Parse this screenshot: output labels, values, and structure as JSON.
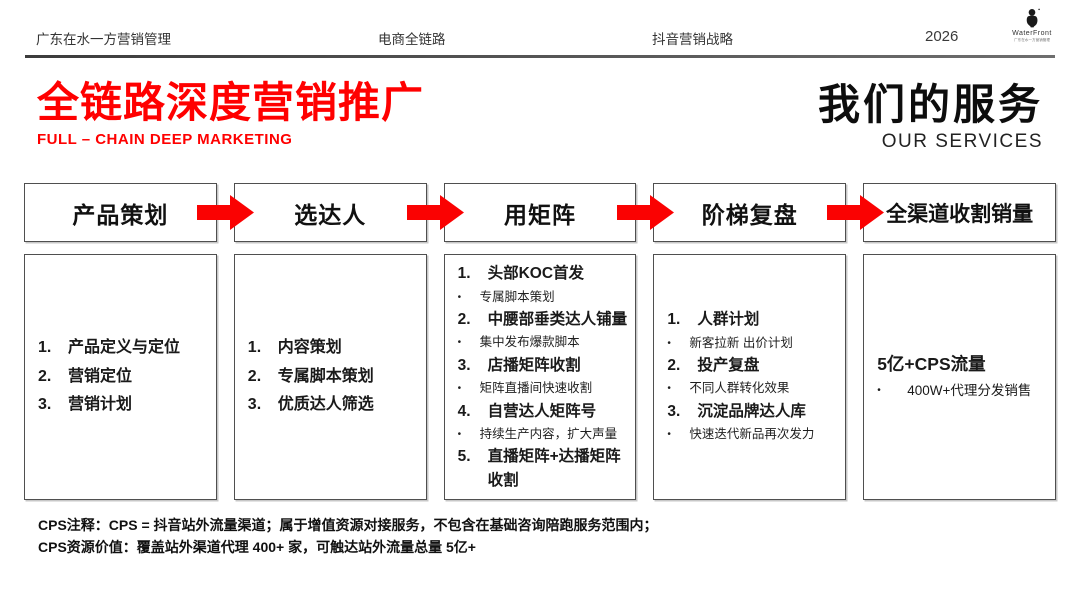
{
  "slide": {
    "nav": {
      "items": [
        "广东在水一方营销管理",
        "电商全链路",
        "抖音营销战略",
        "2026"
      ]
    },
    "logo": {
      "brand": "WaterFront",
      "company": "广东在水一方营销管理"
    },
    "title": {
      "zh": "全链路深度营销推广",
      "en": "FULL – CHAIN DEEP MARKETING"
    },
    "services": {
      "zh": "我们的服务",
      "en": "OUR SERVICES"
    },
    "pipeline": {
      "stages": [
        {
          "title": "产品策划",
          "items": [
            {
              "kind": "num",
              "marker": "1.",
              "text": "产品定义与定位"
            },
            {
              "kind": "num",
              "marker": "2.",
              "text": "营销定位"
            },
            {
              "kind": "num",
              "marker": "3.",
              "text": "营销计划"
            }
          ]
        },
        {
          "title": "选达人",
          "items": [
            {
              "kind": "num",
              "marker": "1.",
              "text": "内容策划"
            },
            {
              "kind": "num",
              "marker": "2.",
              "text": "专属脚本策划"
            },
            {
              "kind": "num",
              "marker": "3.",
              "text": "优质达人筛选"
            }
          ]
        },
        {
          "title": "用矩阵",
          "items": [
            {
              "kind": "num",
              "marker": "1.",
              "text": "头部KOC首发"
            },
            {
              "kind": "bullet",
              "marker": "•",
              "text": "专属脚本策划"
            },
            {
              "kind": "num",
              "marker": "2.",
              "text": "中腰部垂类达人铺量"
            },
            {
              "kind": "bullet",
              "marker": "•",
              "text": "集中发布爆款脚本"
            },
            {
              "kind": "num",
              "marker": "3.",
              "text": "店播矩阵收割"
            },
            {
              "kind": "bullet",
              "marker": "•",
              "text": "矩阵直播间快速收割"
            },
            {
              "kind": "num",
              "marker": "4.",
              "text": "自营达人矩阵号"
            },
            {
              "kind": "bullet",
              "marker": "•",
              "text": "持续生产内容，扩大声量"
            },
            {
              "kind": "num",
              "marker": "5.",
              "text": "直播矩阵+达播矩阵收割"
            }
          ]
        },
        {
          "title": "阶梯复盘",
          "items": [
            {
              "kind": "num",
              "marker": "1.",
              "text": "人群计划"
            },
            {
              "kind": "bullet",
              "marker": "•",
              "text": "新客拉新 出价计划"
            },
            {
              "kind": "num",
              "marker": "2.",
              "text": "投产复盘"
            },
            {
              "kind": "bullet",
              "marker": "•",
              "text": "不同人群转化效果"
            },
            {
              "kind": "num",
              "marker": "3.",
              "text": "沉淀品牌达人库"
            },
            {
              "kind": "bullet",
              "marker": "•",
              "text": "快速迭代新品再次发力"
            }
          ]
        },
        {
          "title": "全渠道收割销量",
          "items": [
            {
              "kind": "head",
              "marker": "",
              "text": "5亿+CPS流量"
            },
            {
              "kind": "bullet",
              "marker": "•",
              "text": "400W+代理分发销售"
            }
          ]
        }
      ]
    },
    "footnotes": [
      "CPS注释：CPS = 抖音站外流量渠道；属于增值资源对接服务，不包含在基础咨询陪跑服务范围内；",
      "CPS资源价值：覆盖站外渠道代理 400+ 家，可触达站外流量总量 5亿+"
    ]
  },
  "colors": {
    "accent_red": "#ff0000",
    "arrow_red": "#fa0202",
    "text_dark": "#111111",
    "border_gray": "#4f4f4f"
  }
}
